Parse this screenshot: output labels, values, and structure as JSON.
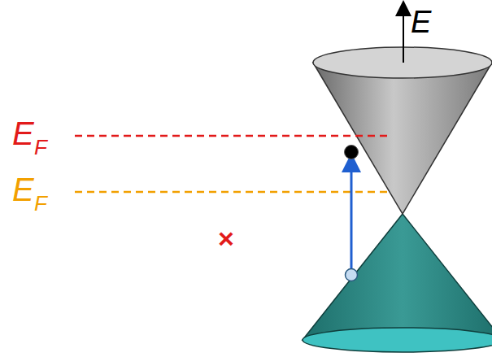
{
  "diagram": {
    "labels": [
      "E",
      "E",
      "F",
      "E",
      "F",
      "×"
    ]
  }
}
